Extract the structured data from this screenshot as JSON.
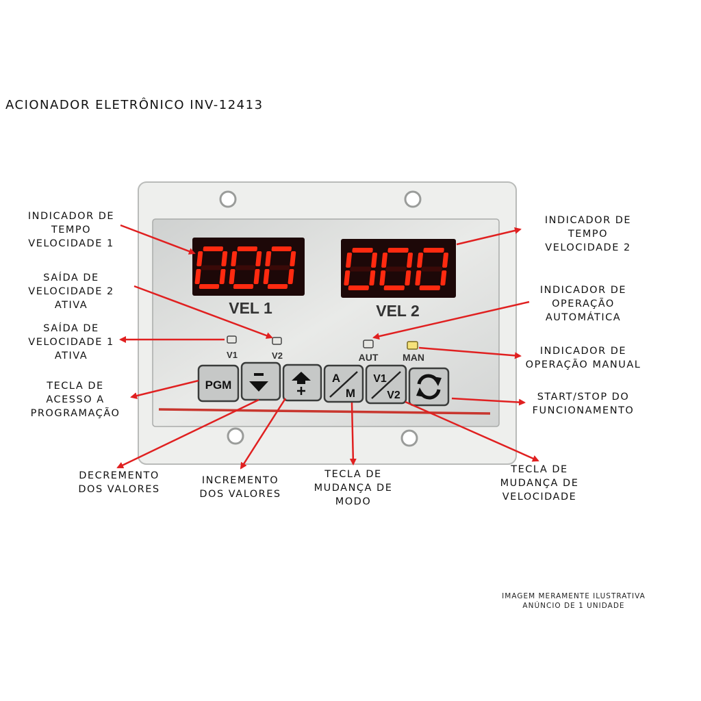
{
  "title": "ACIONADOR ELETRÔNICO INV-12413",
  "displays": [
    {
      "value": "000",
      "caption": "VEL 1"
    },
    {
      "value": "000",
      "caption": "VEL 2"
    }
  ],
  "leds": {
    "v1": "V1",
    "v2": "V2",
    "aut": "AUT",
    "man": "MAN"
  },
  "keys": {
    "pgm": "PGM",
    "am_top": "A",
    "am_bottom": "M",
    "v_top": "V1",
    "v_bottom": "V2"
  },
  "labels": {
    "tempo_v1": [
      "INDICADOR DE",
      "TEMPO",
      "VELOCIDADE 1"
    ],
    "saida_v2": [
      "SAÍDA DE",
      "VELOCIDADE 2",
      "ATIVA"
    ],
    "saida_v1": [
      "SAÍDA DE",
      "VELOCIDADE 1",
      "ATIVA"
    ],
    "tecla_pgm": [
      "TECLA DE",
      "ACESSO A",
      "PROGRAMAÇÃO"
    ],
    "decremento": [
      "DECREMENTO",
      "DOS VALORES"
    ],
    "incremento": [
      "INCREMENTO",
      "DOS VALORES"
    ],
    "modo": [
      "TECLA DE",
      "MUDANÇA DE",
      "MODO"
    ],
    "velocidade": [
      "TECLA DE",
      "MUDANÇA DE",
      "VELOCIDADE"
    ],
    "tempo_v2": [
      "INDICADOR DE",
      "TEMPO",
      "VELOCIDADE 2"
    ],
    "automatica": [
      "INDICADOR DE",
      "OPERAÇÃO",
      "AUTOMÁTICA"
    ],
    "manual": [
      "INDICADOR DE",
      "OPERAÇÃO MANUAL"
    ],
    "startstop": [
      "START/STOP DO",
      "FUNCIONAMENTO"
    ]
  },
  "note": [
    "IMAGEM MERAMENTE ILUSTRATIVA",
    "ANÚNCIO DE 1 UNIDADE"
  ],
  "colors": {
    "arrow": "#e02020",
    "segment_on": "#ff2a10",
    "segment_off": "#3a0a08",
    "led_man": "#f5e27a",
    "panel": "#e4e5e3"
  }
}
